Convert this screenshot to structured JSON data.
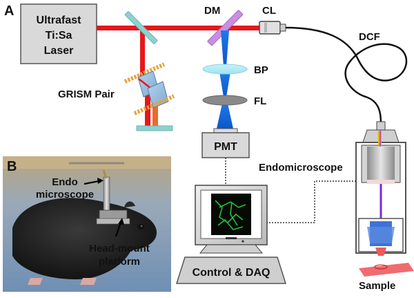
{
  "panels": {
    "a": "A",
    "b": "B"
  },
  "laser": {
    "line1": "Ultrafast",
    "line2": "Ti:Sa",
    "line3": "Laser"
  },
  "optics": {
    "dm": "DM",
    "cl": "CL",
    "dcf": "DCF",
    "bp": "BP",
    "fl": "FL",
    "grism": "GRISM Pair",
    "pmt": "PMT",
    "endomicroscope": "Endomicroscope",
    "sample": "Sample",
    "control": "Control & DAQ"
  },
  "photo": {
    "endo_line1": "Endo",
    "endo_line2": "microscope",
    "mount_line1": "Head-mount",
    "mount_line2": "platform"
  },
  "colors": {
    "excitation_beam": "#e8161b",
    "emission_beam": "#1e73e8",
    "dichroic": "#c98ee0",
    "grism_mirror": "#8fd1cf",
    "fiber": "#111111",
    "monitor_image": "#25c23a",
    "sample": "#f06b70"
  }
}
